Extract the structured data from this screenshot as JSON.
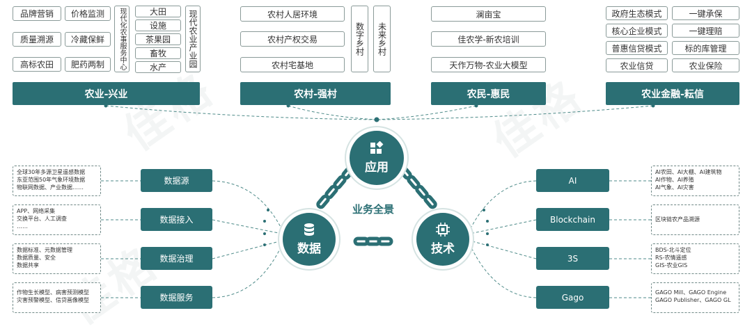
{
  "pillars": [
    {
      "title": "农业-兴业",
      "items": [
        "品牌营销",
        "价格监测",
        "质量溯源",
        "冷藏保鲜",
        "高标农田",
        "肥药两制"
      ],
      "vertical": [
        "现代化农事服务中心",
        "现代农业产业园"
      ],
      "mid": [
        "大田",
        "设施",
        "茶果园",
        "畜牧",
        "水产"
      ]
    },
    {
      "title": "农村-强村",
      "items": [
        "农村人居环境",
        "农村产权交易",
        "农村宅基地"
      ],
      "vertical": [
        "数字乡村",
        "未来乡村"
      ]
    },
    {
      "title": "农民-惠民",
      "items": [
        "澜亩宝",
        "佳农学-新农培训",
        "天作万物-农业大模型"
      ]
    },
    {
      "title": "农业金融-耘信",
      "items": [
        "政府生态模式",
        "一键承保",
        "核心企业模式",
        "一键理赔",
        "普惠信贷模式",
        "标的库管理",
        "农业信贷",
        "农业保险"
      ]
    }
  ],
  "center": {
    "app": "应用",
    "data": "数据",
    "tech": "技术",
    "label": "业务全景"
  },
  "left": [
    {
      "label": "数据源",
      "lines": [
        "全球30年多源卫星遥感数据",
        "东亚范围50年气象环境数据",
        "物联网数据、产业数据……"
      ]
    },
    {
      "label": "数据接入",
      "lines": [
        "APP、网络采集",
        "交换平台、人工调查",
        "……"
      ]
    },
    {
      "label": "数据治理",
      "lines": [
        "数据标准、元数据管理",
        "数据质量、安全",
        "数据共享"
      ]
    },
    {
      "label": "数据服务",
      "lines": [
        "作物生长模型、病害预测模型",
        "灾害预警模型、信贷画像模型"
      ]
    }
  ],
  "right": [
    {
      "label": "AI",
      "lines": [
        "AI农田、AI大棚、AI建筑物",
        "AI作物、AI养殖",
        "AI气象、AI灾害"
      ]
    },
    {
      "label": "Blockchain",
      "lines": [
        "区块链农产品溯源"
      ]
    },
    {
      "label": "3S",
      "lines": [
        "BDS-北斗定位",
        "RS-农情遥感",
        "GIS-农业GIS"
      ]
    },
    {
      "label": "Gago",
      "lines": [
        "GAGO Mill、GAGO Engine",
        "GAGO Publisher、GAGO GL"
      ]
    }
  ],
  "colors": {
    "primary": "#2b6f74",
    "border": "#8a9a98",
    "line": "#4d8a88"
  },
  "icons": {
    "app": "app-grid-icon",
    "data": "database-icon",
    "tech": "chip-icon"
  }
}
